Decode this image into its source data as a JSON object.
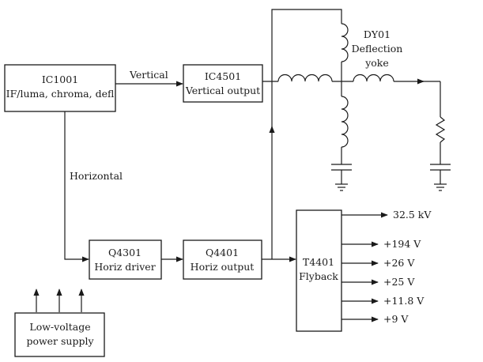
{
  "blocks": {
    "ic1001": {
      "line1": "IC1001",
      "line2": "IF/luma, chroma, defl"
    },
    "ic4501": {
      "line1": "IC4501",
      "line2": "Vertical output"
    },
    "q4301": {
      "line1": "Q4301",
      "line2": "Horiz driver"
    },
    "q4401": {
      "line1": "Q4401",
      "line2": "Horiz output"
    },
    "t4401": {
      "line1": "T4401",
      "line2": "Flyback"
    },
    "lvps": {
      "line1": "Low-voltage",
      "line2": "power supply"
    }
  },
  "labels": {
    "vertical": "Vertical",
    "horizontal": "Horizontal",
    "yoke_line1": "DY01",
    "yoke_line2": "Deflection",
    "yoke_line3": "yoke"
  },
  "outputs": [
    "32.5 kV",
    "+194 V",
    "+26 V",
    "+25 V",
    "+11.8 V",
    "+9 V"
  ]
}
